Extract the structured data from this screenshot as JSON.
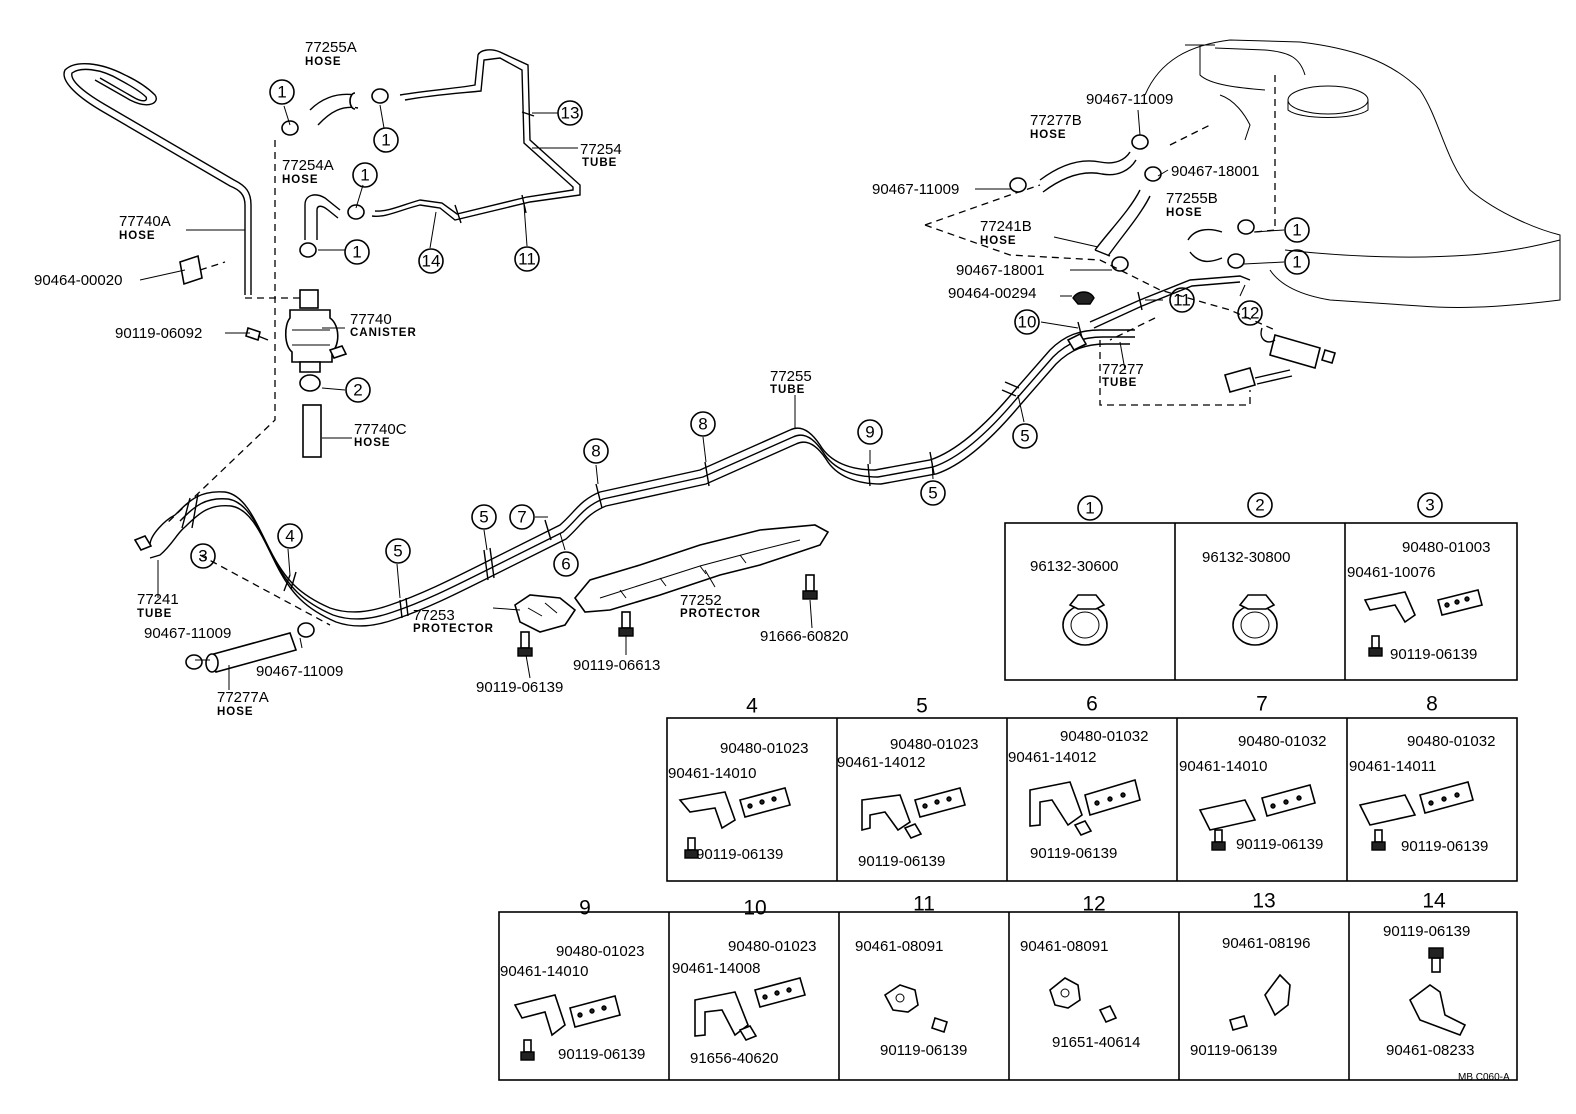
{
  "diagram_ref": "MB C060-A",
  "labels": {
    "l_77255A": "77255A",
    "l_77255A_s": "HOSE",
    "l_77254A": "77254A",
    "l_77254A_s": "HOSE",
    "l_77254": "77254",
    "l_77254_s": "TUBE",
    "l_77740A": "77740A",
    "l_77740A_s": "HOSE",
    "l_90464_00020": "90464-00020",
    "l_90119_06092": "90119-06092",
    "l_77740": "77740",
    "l_77740_s": "CANISTER",
    "l_77740C": "77740C",
    "l_77740C_s": "HOSE",
    "l_77241": "77241",
    "l_77241_s": "TUBE",
    "l_90467_11009_a": "90467-11009",
    "l_90467_11009_b": "90467-11009",
    "l_77277A": "77277A",
    "l_77277A_s": "HOSE",
    "l_77253": "77253",
    "l_77253_s": "PROTECTOR",
    "l_77252": "77252",
    "l_77252_s": "PROTECTOR",
    "l_90119_06139_main": "90119-06139",
    "l_90119_06613": "90119-06613",
    "l_91666_60820": "91666-60820",
    "l_77255": "77255",
    "l_77255_s": "TUBE",
    "l_90467_11009_c": "90467-11009",
    "l_77277B": "77277B",
    "l_77277B_s": "HOSE",
    "l_90467_18001_a": "90467-18001",
    "l_90467_11009_d": "90467-11009",
    "l_77241B": "77241B",
    "l_77241B_s": "HOSE",
    "l_77255B": "77255B",
    "l_77255B_s": "HOSE",
    "l_90467_18001_b": "90467-18001",
    "l_90464_00294": "90464-00294",
    "l_77277": "77277",
    "l_77277_s": "TUBE"
  },
  "callouts": [
    "1",
    "1",
    "1",
    "1",
    "13",
    "14",
    "11",
    "2",
    "3",
    "4",
    "5",
    "5",
    "6",
    "7",
    "8",
    "9",
    "5",
    "5",
    "1",
    "1",
    "11",
    "10",
    "12"
  ],
  "detail_boxes": [
    {
      "n": "1",
      "parts": [
        "96132-30600"
      ]
    },
    {
      "n": "2",
      "parts": [
        "96132-30800"
      ]
    },
    {
      "n": "3",
      "parts": [
        "90480-01003",
        "90461-10076",
        "90119-06139"
      ]
    },
    {
      "n": "4",
      "parts": [
        "90480-01023",
        "90461-14010",
        "90119-06139"
      ]
    },
    {
      "n": "5",
      "parts": [
        "90480-01023",
        "90461-14012",
        "90119-06139"
      ]
    },
    {
      "n": "6",
      "parts": [
        "90480-01032",
        "90461-14012",
        "90119-06139"
      ]
    },
    {
      "n": "7",
      "parts": [
        "90480-01032",
        "90461-14010",
        "90119-06139"
      ]
    },
    {
      "n": "8",
      "parts": [
        "90480-01032",
        "90461-14011",
        "90119-06139"
      ]
    },
    {
      "n": "9",
      "parts": [
        "90480-01023",
        "90461-14010",
        "90119-06139"
      ]
    },
    {
      "n": "10",
      "parts": [
        "90480-01023",
        "90461-14008",
        "91656-40620"
      ]
    },
    {
      "n": "11",
      "parts": [
        "90461-08091",
        "90119-06139"
      ]
    },
    {
      "n": "12",
      "parts": [
        "90461-08091",
        "91651-40614"
      ]
    },
    {
      "n": "13",
      "parts": [
        "90461-08196",
        "90119-06139"
      ]
    },
    {
      "n": "14",
      "parts": [
        "90119-06139",
        "90461-08233"
      ]
    }
  ]
}
